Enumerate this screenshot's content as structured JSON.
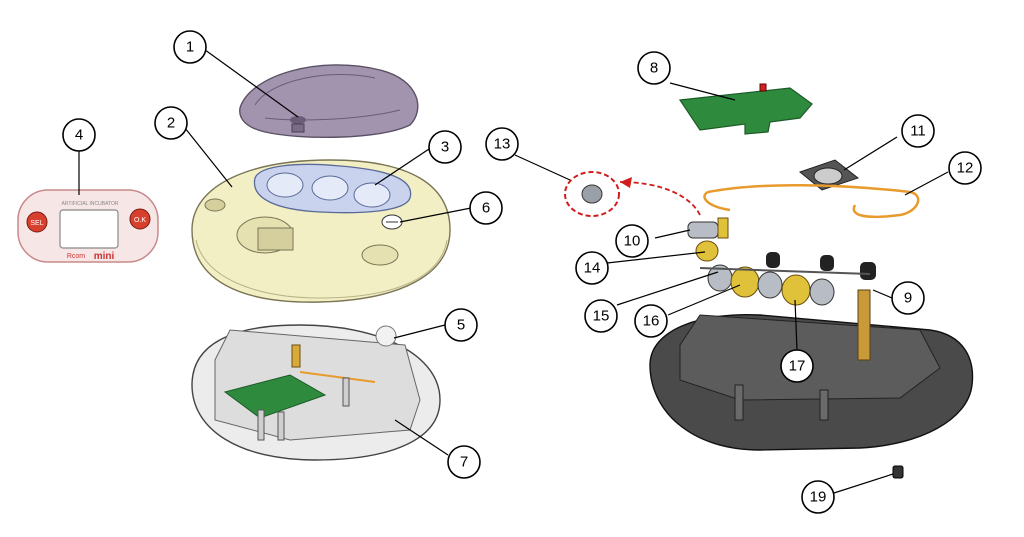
{
  "diagram": {
    "callouts": [
      {
        "id": "1",
        "label": "1"
      },
      {
        "id": "2",
        "label": "2"
      },
      {
        "id": "3",
        "label": "3"
      },
      {
        "id": "4",
        "label": "4"
      },
      {
        "id": "5",
        "label": "5"
      },
      {
        "id": "6",
        "label": "6"
      },
      {
        "id": "7",
        "label": "7"
      },
      {
        "id": "8",
        "label": "8"
      },
      {
        "id": "9",
        "label": "9"
      },
      {
        "id": "10",
        "label": "10"
      },
      {
        "id": "11",
        "label": "11"
      },
      {
        "id": "12",
        "label": "12"
      },
      {
        "id": "13",
        "label": "13"
      },
      {
        "id": "14",
        "label": "14"
      },
      {
        "id": "15",
        "label": "15"
      },
      {
        "id": "16",
        "label": "16"
      },
      {
        "id": "17",
        "label": "17"
      },
      {
        "id": "19",
        "label": "19"
      }
    ],
    "panel": {
      "sel_label": "SEL",
      "ok_label": "O.K",
      "title_text": "ARTIFICIAL INCUBATOR",
      "brand_text": "Rcom",
      "model_text": "mini"
    },
    "colors": {
      "lid": "#8a7a96",
      "base_shell": "#f3efc4",
      "egg_tray": "#c9d3ee",
      "pcb": "#2e8b3e",
      "dark_base": "#4a4a4a",
      "light_base": "#ececec",
      "gear": "#e0c23a",
      "heater_wire": "#e89a2c",
      "dashed_arrow": "#d21c1c",
      "panel_button": "#d8402e"
    }
  }
}
